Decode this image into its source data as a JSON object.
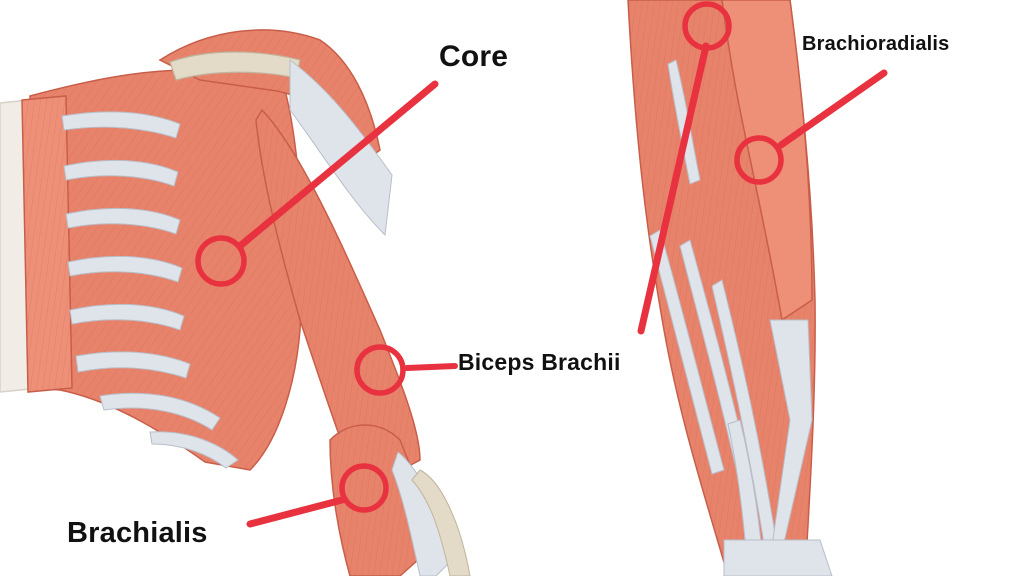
{
  "labels": {
    "core": "Core",
    "biceps_brachii": "Biceps Brachii",
    "brachialis": "Brachialis",
    "brachioradialis": "Brachioradialis"
  },
  "colors": {
    "muscle": "#e8836b",
    "muscle_dark": "#c85e4a",
    "muscle_light": "#f2a58f",
    "tendon": "#dfe3ea",
    "bone": "#e3dac7",
    "skin": "#f1ede6",
    "marker": "#e8323f",
    "text": "#111111"
  }
}
